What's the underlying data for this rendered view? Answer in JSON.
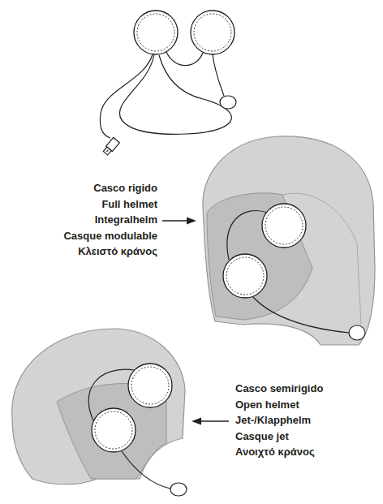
{
  "diagram": {
    "labels": [
      "Casco rigido",
      "Full helmet",
      "Integralhelm",
      "Casque modulable",
      "Κλειστό κράνος",
      "Casco semirigido",
      "Open helmet",
      "Jet-/Klapphelm",
      "Casque jet",
      "Ανοιχτό κράνος"
    ]
  }
}
